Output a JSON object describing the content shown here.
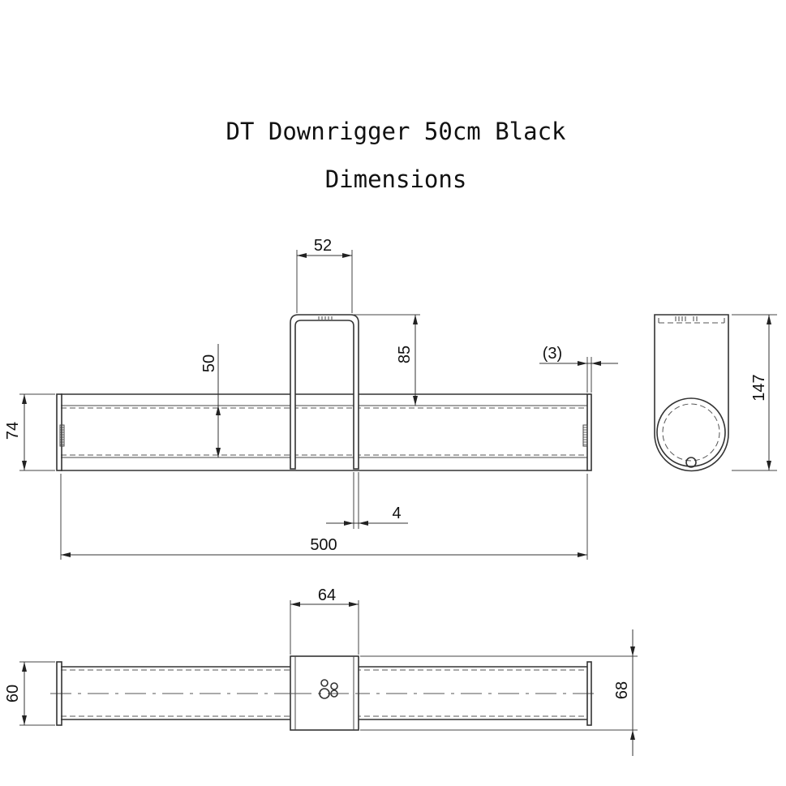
{
  "title": {
    "line1": "DT Downrigger 50cm Black",
    "line2": "Dimensions"
  },
  "dimensions": {
    "bracket_width": "52",
    "inner_height": "50",
    "bracket_height": "85",
    "end_plate_thickness": "(3)",
    "overall_height_front": "74",
    "leg_thickness": "4",
    "overall_length": "500",
    "side_view_height": "147",
    "top_bracket_width": "64",
    "top_view_width": "60",
    "top_view_outer_width": "68"
  },
  "colors": {
    "line": "#333333",
    "background": "#ffffff"
  }
}
